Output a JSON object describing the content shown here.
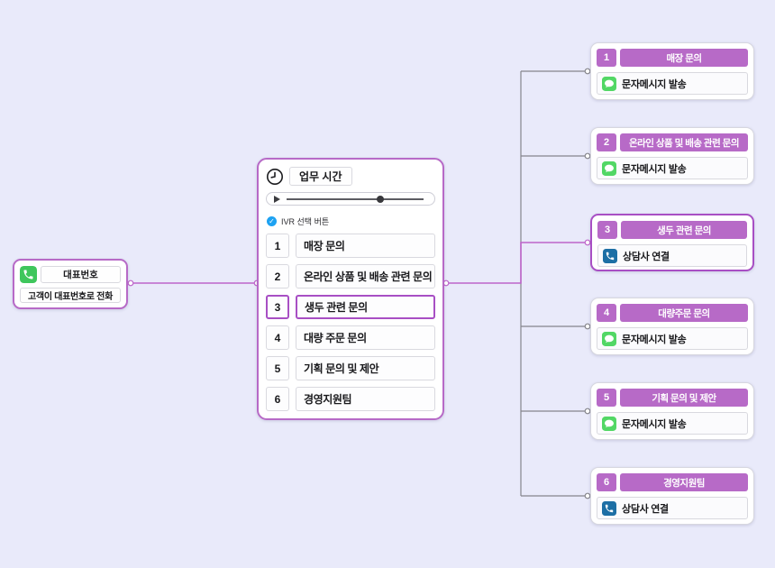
{
  "colors": {
    "background": "#e9eafa",
    "purple": "#b76ac7",
    "purple_strong": "#a84fc4",
    "wire_gray": "#85858c",
    "wire_purple": "#bd64ca",
    "phone_green": "#3fc65c",
    "message_green": "#52d765",
    "phone_blue": "#1d6fa5",
    "check_blue": "#1da2f2"
  },
  "left_node": {
    "icon": "phone-green-icon",
    "title": "대표번호",
    "subtitle": "고객이 대표번호로 전화"
  },
  "center_node": {
    "icon": "clock-icon",
    "header_label": "업무 시간",
    "player": {
      "progress_percent": 66
    },
    "section_label": "IVR 선택 버튼",
    "items": [
      {
        "num": "1",
        "label": "매장 문의",
        "selected": false
      },
      {
        "num": "2",
        "label": "온라인 상품 및 배송 관련 문의",
        "selected": false
      },
      {
        "num": "3",
        "label": "생두 관련 문의",
        "selected": true
      },
      {
        "num": "4",
        "label": "대량 주문 문의",
        "selected": false
      },
      {
        "num": "5",
        "label": "기획 문의 및 제안",
        "selected": false
      },
      {
        "num": "6",
        "label": "경영지원팀",
        "selected": false
      }
    ]
  },
  "right_nodes": [
    {
      "num": "1",
      "title": "매장 문의",
      "action": "문자메시지 발송",
      "action_icon": "message-icon",
      "selected": false
    },
    {
      "num": "2",
      "title": "온라인 상품 및 배송 관련 문의",
      "action": "문자메시지 발송",
      "action_icon": "message-icon",
      "selected": false
    },
    {
      "num": "3",
      "title": "생두 관련 문의",
      "action": "상담사 연결",
      "action_icon": "phone-blue-icon",
      "selected": true
    },
    {
      "num": "4",
      "title": "대량주문 문의",
      "action": "문자메시지 발송",
      "action_icon": "message-icon",
      "selected": false
    },
    {
      "num": "5",
      "title": "기획 문의 및 제안",
      "action": "문자메시지 발송",
      "action_icon": "message-icon",
      "selected": false
    },
    {
      "num": "6",
      "title": "경영지원팀",
      "action": "상담사 연결",
      "action_icon": "phone-blue-icon",
      "selected": false
    }
  ]
}
